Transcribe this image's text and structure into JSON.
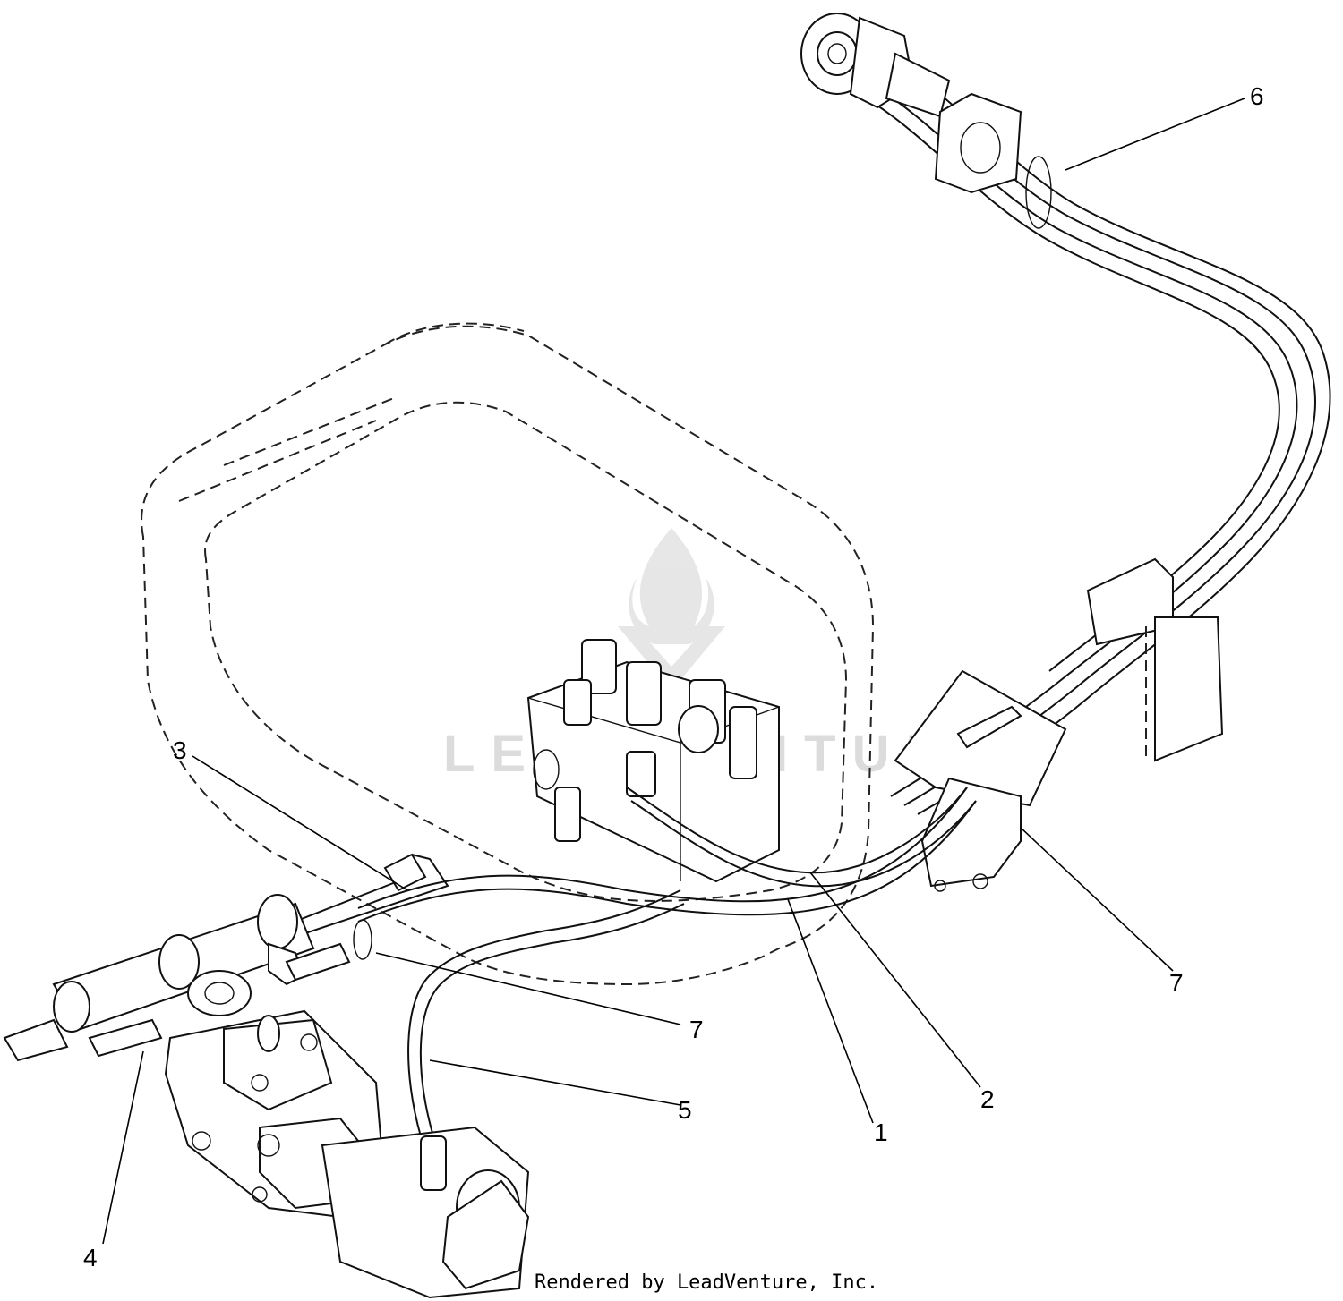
{
  "callouts": [
    {
      "id": "c1",
      "label": "1"
    },
    {
      "id": "c2",
      "label": "2"
    },
    {
      "id": "c3",
      "label": "3"
    },
    {
      "id": "c4",
      "label": "4"
    },
    {
      "id": "c5",
      "label": "5"
    },
    {
      "id": "c6",
      "label": "6"
    },
    {
      "id": "c7a",
      "label": "7"
    },
    {
      "id": "c7b",
      "label": "7"
    }
  ],
  "watermark": {
    "text": "LEADVENTURE"
  },
  "footer": {
    "text": "Rendered by LeadVenture, Inc."
  }
}
